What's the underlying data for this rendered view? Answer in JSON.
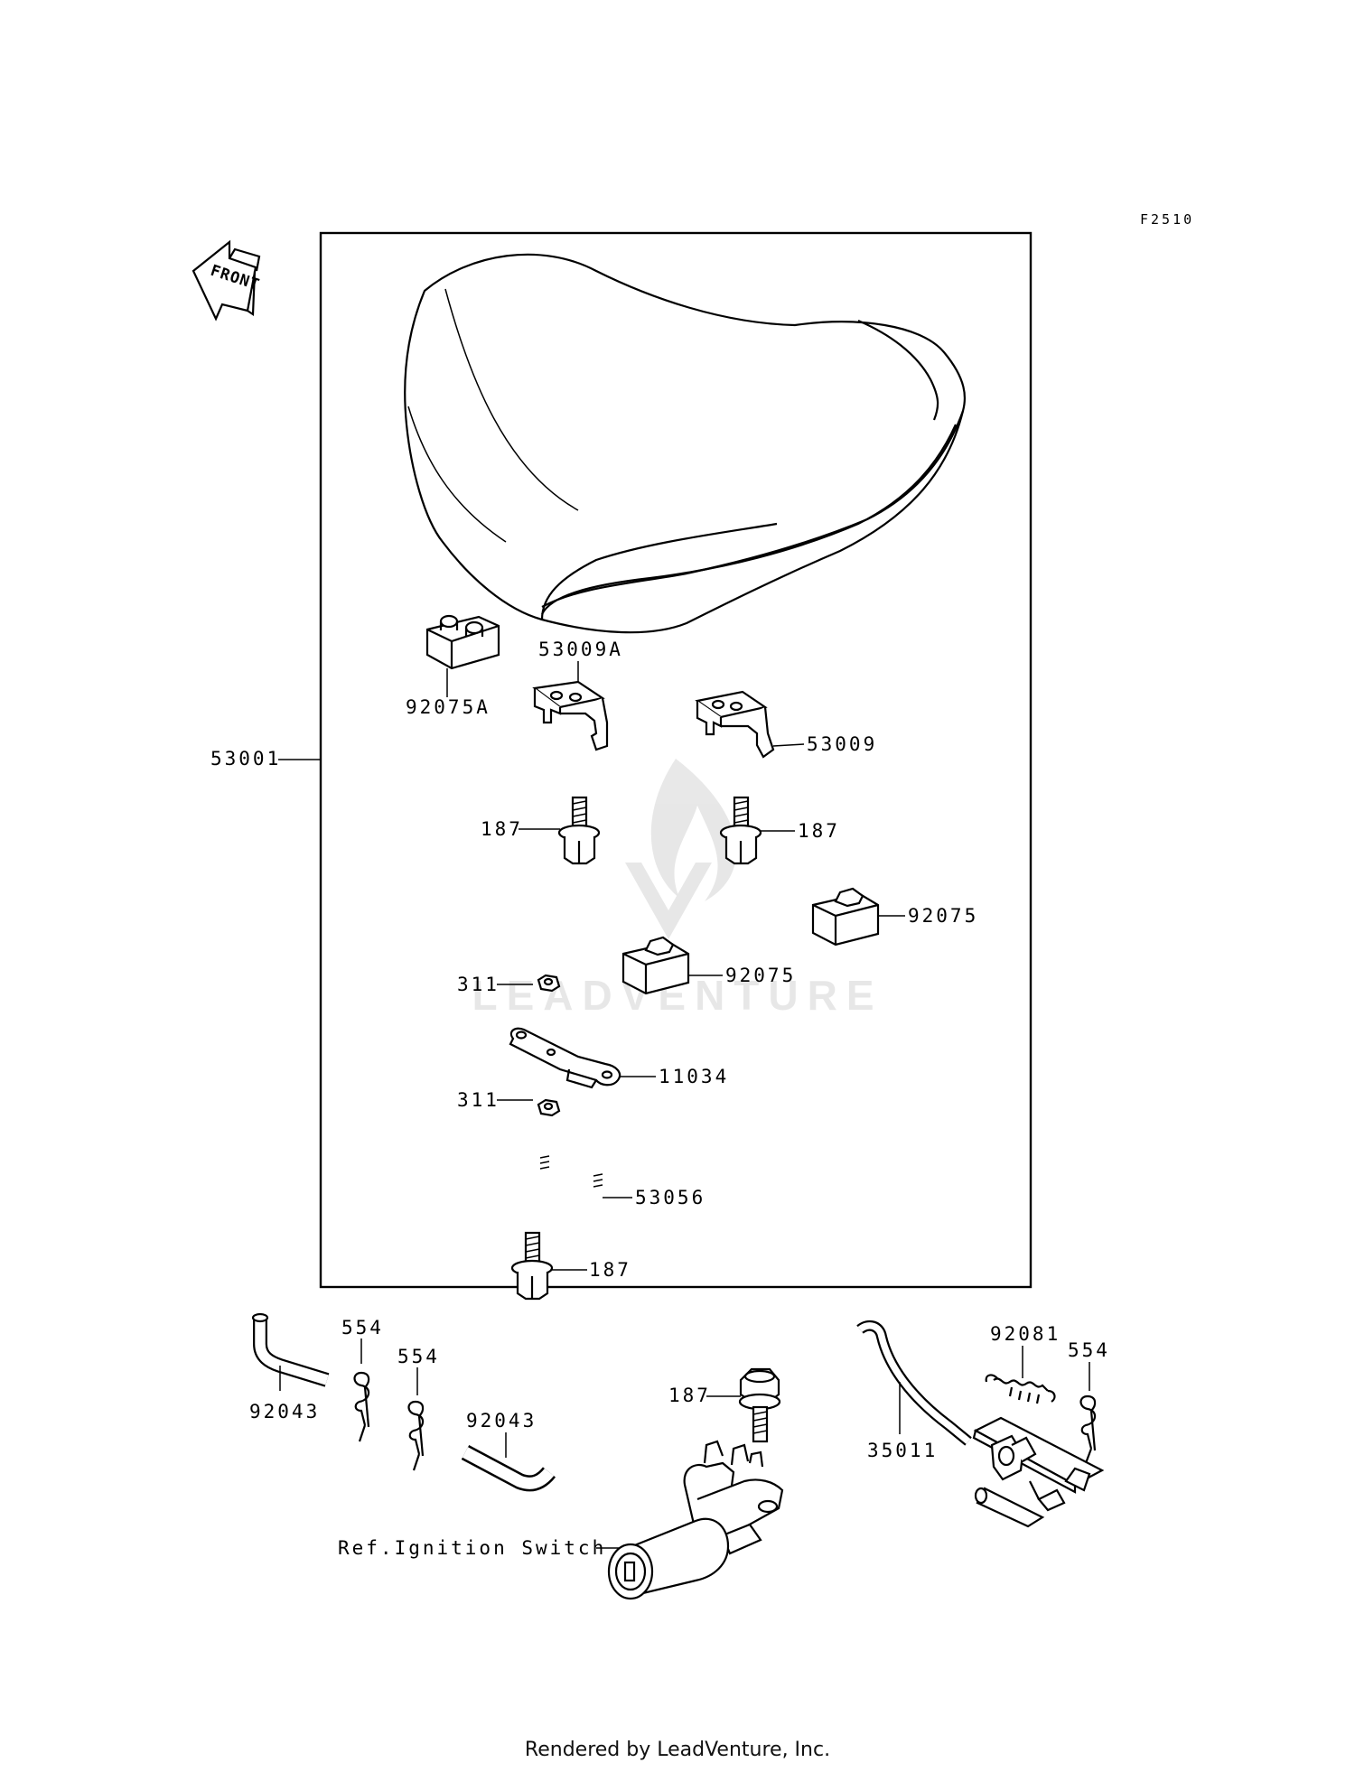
{
  "diagram": {
    "code": "F2510",
    "direction_label": "FRONT",
    "parts": {
      "p53001": "53001",
      "p92075A": "92075A",
      "p53009A": "53009A",
      "p53009": "53009",
      "p187_left": "187",
      "p187_right": "187",
      "p92075_right": "92075",
      "p92075_center": "92075",
      "p311_upper": "311",
      "p11034": "11034",
      "p311_lower": "311",
      "p53056": "53056",
      "p187_bottom": "187",
      "p92043_left": "92043",
      "p554_a": "554",
      "p554_b": "554",
      "p92043_center": "92043",
      "p187_lower": "187",
      "p92081": "92081",
      "p554_right": "554",
      "p35011": "35011",
      "ref_ignition": "Ref.Ignition Switch"
    }
  },
  "watermark": "LEADVENTURE",
  "footer": "Rendered by LeadVenture, Inc."
}
